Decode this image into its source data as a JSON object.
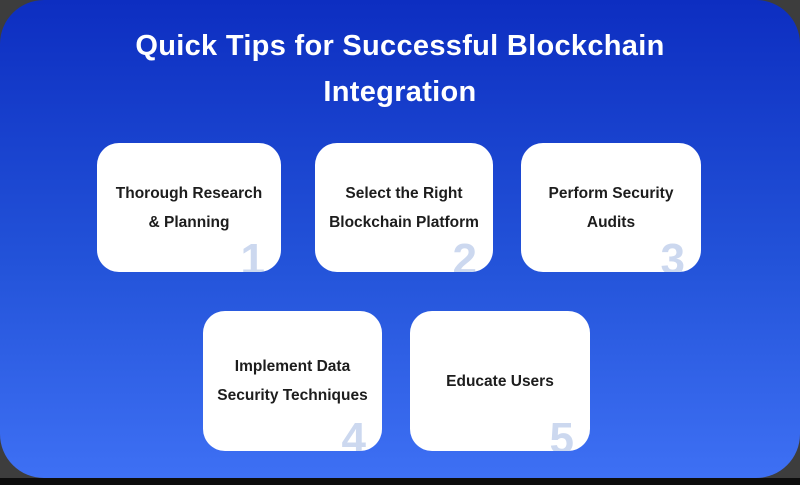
{
  "title": {
    "line1": "Quick Tips for Successful Blockchain",
    "line2": "Integration"
  },
  "cards": [
    {
      "number": "1",
      "lines": [
        "Thorough Research",
        "& Planning"
      ]
    },
    {
      "number": "2",
      "lines": [
        "Select the Right",
        "Blockchain Platform"
      ]
    },
    {
      "number": "3",
      "lines": [
        "Perform Security",
        "Audits"
      ]
    },
    {
      "number": "4",
      "lines": [
        "Implement Data",
        "Security Techniques"
      ]
    },
    {
      "number": "5",
      "lines": [
        "Educate Users"
      ]
    }
  ],
  "colors": {
    "background_gradient_top": "#0d2ec1",
    "background_gradient_mid": "#2353d9",
    "background_gradient_bottom": "#3e70f4",
    "card_background": "#ffffff",
    "card_text": "#1d1d1d",
    "card_number": "#ccd8ef",
    "title_text": "#ffffff",
    "outer_background": "#3d3d3d",
    "bottom_bar": "#0d0d0d"
  }
}
